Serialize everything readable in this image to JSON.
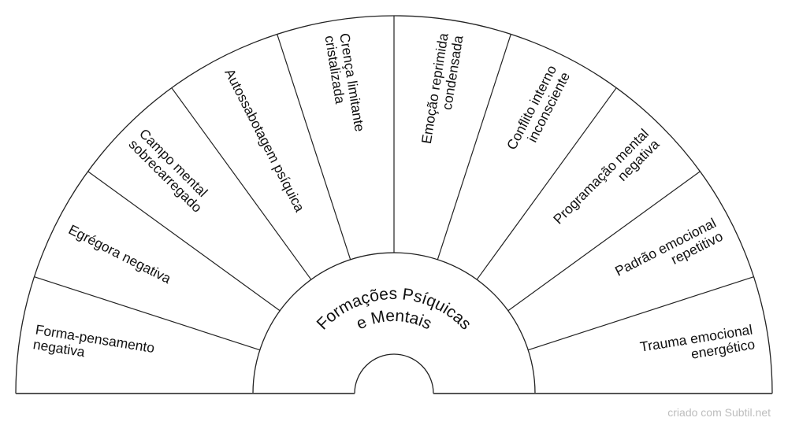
{
  "title_lines": [
    "Formações Psíquicas",
    "e Mentais"
  ],
  "sectors": [
    [
      "Forma-pensamento",
      "negativa"
    ],
    [
      "Egrégora negativa"
    ],
    [
      "Campo mental",
      "sobrecarregado"
    ],
    [
      "Autossabotagem psíquica"
    ],
    [
      "Crença limitante",
      "cristalizada"
    ],
    [
      "Emoção reprimida",
      "condensada"
    ],
    [
      "Conflito interno",
      "inconsciente"
    ],
    [
      "Programação mental",
      "negativa"
    ],
    [
      "Padrão emocional",
      "repetitivo"
    ],
    [
      "Trauma emocional",
      "energético"
    ]
  ],
  "credit": "criado com Subtil.net"
}
